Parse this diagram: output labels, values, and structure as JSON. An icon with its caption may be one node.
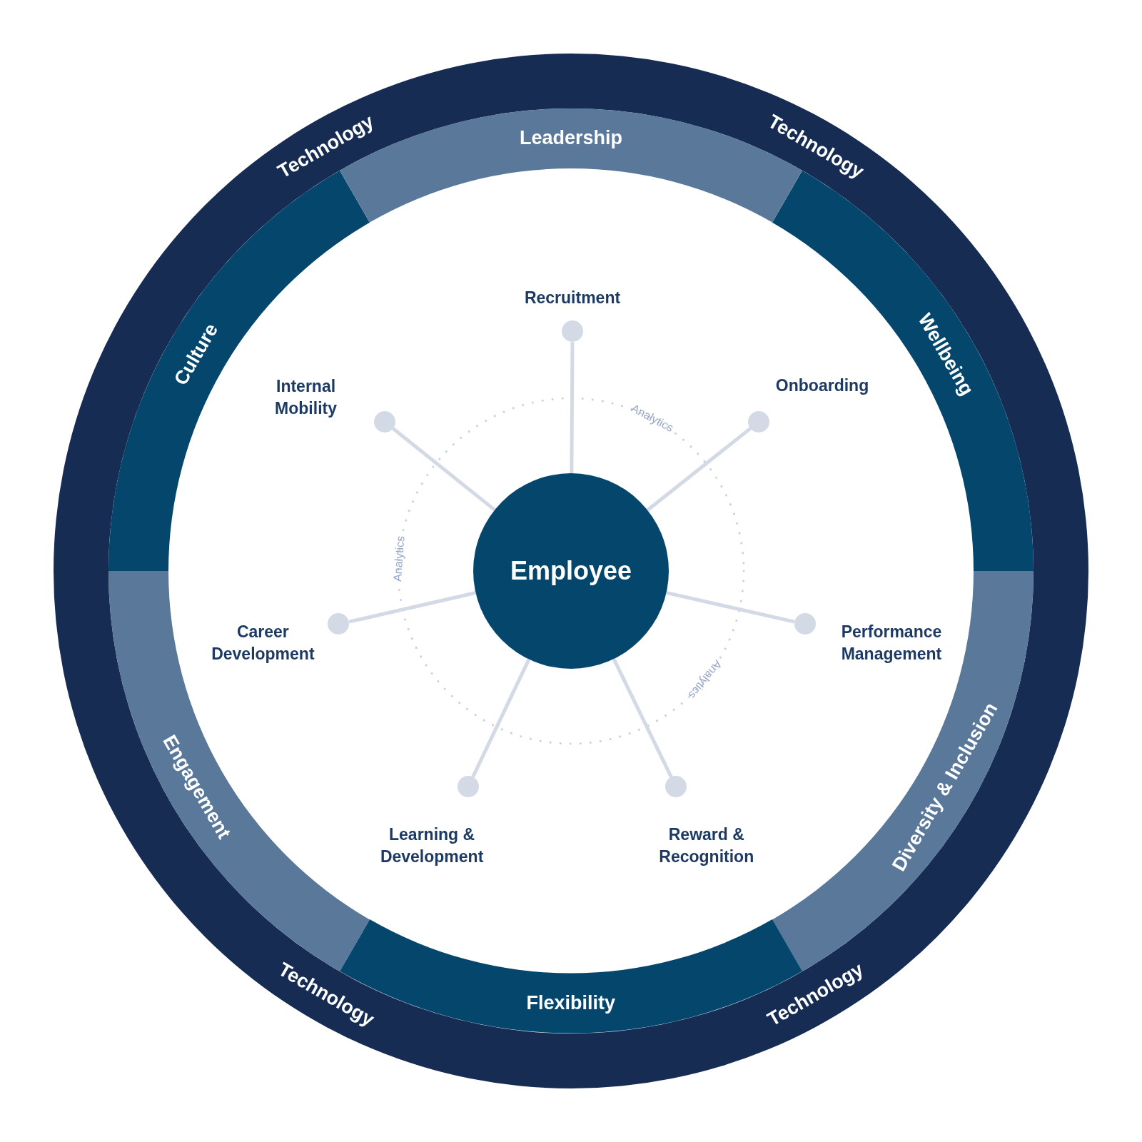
{
  "diagram": {
    "nodes": [
      {
        "text": [
          "Leadership"
        ]
      },
      {
        "text": [
          "Wellbeing"
        ]
      },
      {
        "text": [
          "Diversity & Inclusion"
        ]
      },
      {
        "text": [
          "Flexibility"
        ]
      },
      {
        "text": [
          "Engagement"
        ]
      },
      {
        "text": [
          "Culture"
        ]
      },
      {
        "text": [
          "Employee"
        ]
      },
      {
        "text": [],
        "shape": "circle"
      },
      {
        "text": [],
        "shape": "circle"
      },
      {
        "text": [],
        "shape": "circle"
      },
      {
        "text": [],
        "shape": "circle"
      },
      {
        "text": [],
        "shape": "circle"
      },
      {
        "text": [],
        "shape": "circle"
      },
      {
        "text": [],
        "shape": "circle"
      }
    ],
    "edges": [
      {
        "from": 6,
        "to": 7,
        "arrow": "none"
      },
      {
        "from": 6,
        "to": 8,
        "arrow": "none"
      },
      {
        "from": 6,
        "to": 9,
        "arrow": "none"
      },
      {
        "from": 6,
        "to": 10,
        "arrow": "none"
      },
      {
        "from": 6,
        "to": 11,
        "arrow": "none"
      },
      {
        "from": 6,
        "to": 12,
        "arrow": "none"
      },
      {
        "from": 6,
        "to": 13,
        "arrow": "none"
      }
    ],
    "labels": [
      "Technology",
      "Technology",
      "Recruitment",
      "Internal Mobility",
      "Onboarding",
      "Analytics",
      "Analytics",
      "Career Development",
      "Performance Management",
      "Analytics",
      "Learning & Development",
      "Reward & Recognition",
      "Technology",
      "Technology"
    ]
  }
}
